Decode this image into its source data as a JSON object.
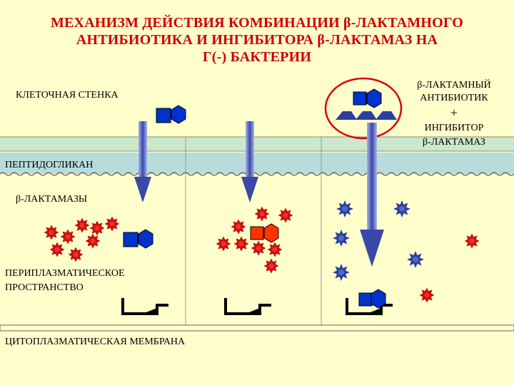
{
  "title": {
    "line1": "МЕХАНИЗМ ДЕЙСТВИЯ КОМБИНАЦИИ β-ЛАКТАМНОГО",
    "line2": "АНТИБИОТИКА И ИНГИБИТОРА β-ЛАКТАМАЗ НА",
    "line3": "Г(-) БАКТЕРИИ"
  },
  "labels": {
    "cell_wall": "КЛЕТОЧНАЯ СТЕНКА",
    "peptidoglycan": "ПЕПТИДОГЛИКАН",
    "beta_lactamases": "β-ЛАКТАМАЗЫ",
    "periplasm_1": "ПЕРИПЛАЗМАТИЧЕСКОЕ",
    "periplasm_2": "ПРОСТРАНСТВО",
    "membrane": "ЦИТОПЛАЗМАТИЧЕСКАЯ МЕМБРАНА",
    "antibiotic_1": "β-ЛАКТАМНЫЙ",
    "antibiotic_2": "АНТИБИОТИК",
    "plus": "+",
    "inhibitor_1": "ИНГИБИТОР",
    "inhibitor_2": "β-ЛАКТАМАЗ"
  },
  "colors": {
    "background": "#ffffcc",
    "title": "#cc0000",
    "outer_membrane": "#cce8cc",
    "peptidoglycan_band": "#b8dcdc",
    "arrow": "#4050b0",
    "molecule_blue": "#0033cc",
    "molecule_orange": "#ff3300",
    "enzyme_red": "#cc1111",
    "inhibitor": "#2b3f9e",
    "highlight_circle": "#dd0000"
  }
}
